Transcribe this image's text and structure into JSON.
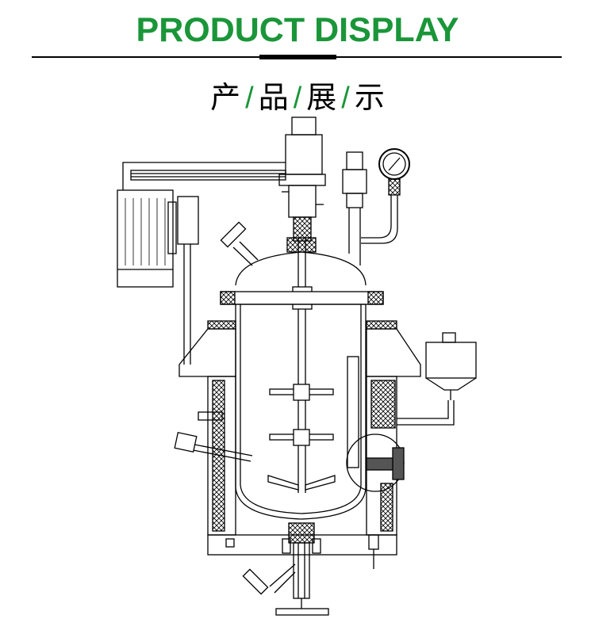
{
  "header": {
    "title": "PRODUCT DISPLAY",
    "subtitle_chars": [
      "产",
      "品",
      "展",
      "示"
    ],
    "separator": "/"
  },
  "colors": {
    "accent": "#1a9639",
    "line": "#000000"
  }
}
